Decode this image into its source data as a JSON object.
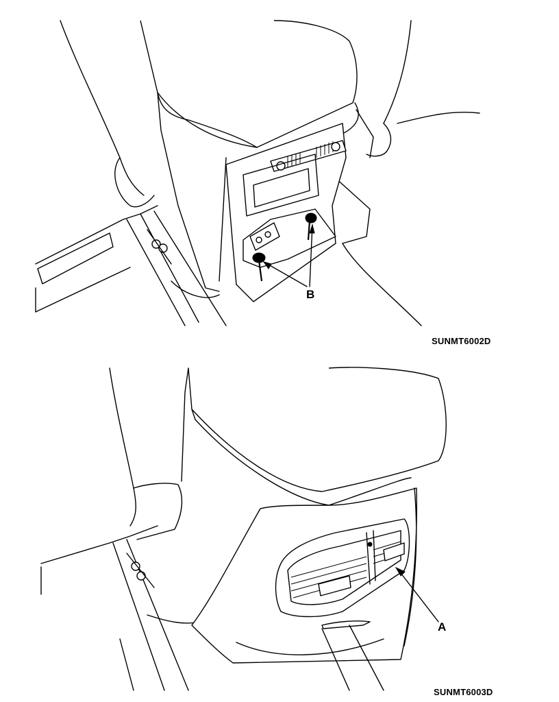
{
  "figures": [
    {
      "code": "SUNMT6002D",
      "callouts": [
        "B"
      ]
    },
    {
      "code": "SUNMT6003D",
      "callouts": [
        "A"
      ]
    }
  ]
}
